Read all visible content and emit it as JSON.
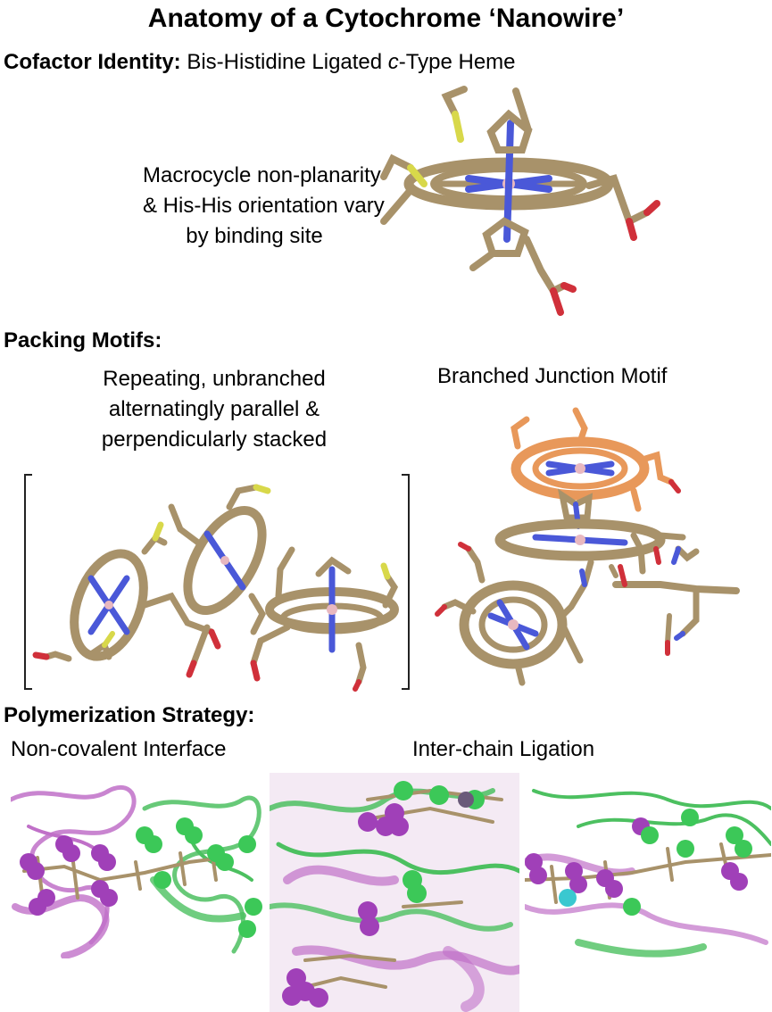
{
  "title": "Anatomy of a Cytochrome ‘Nanowire’",
  "cofactor": {
    "heading": "Cofactor Identity:",
    "identity_pre": "Bis-Histidine Ligated ",
    "identity_italic": "c",
    "identity_post": "-Type Heme",
    "note_lines": [
      "Macrocycle non-planarity",
      "& His-His orientation vary",
      "by binding site"
    ]
  },
  "packing": {
    "heading": "Packing Motifs:",
    "unbranched_lines": [
      "Repeating, unbranched",
      "alternatingly parallel &",
      "perpendicularly stacked"
    ],
    "branched_label": "Branched Junction Motif"
  },
  "polymerization": {
    "heading": "Polymerization Strategy:",
    "left_label": "Non-covalent Interface",
    "right_label": "Inter-chain Ligation"
  },
  "colors": {
    "carbon": "#a8926a",
    "nitrogen": "#4a58d8",
    "oxygen": "#d0303a",
    "sulfur": "#d8d84a",
    "iron": "#e8b8c0",
    "junction_heme": "#e8985a",
    "chain_a": "#c070c8",
    "chain_b": "#4cc060",
    "sphere_a": "#a040b8",
    "sphere_b": "#3cc858"
  }
}
